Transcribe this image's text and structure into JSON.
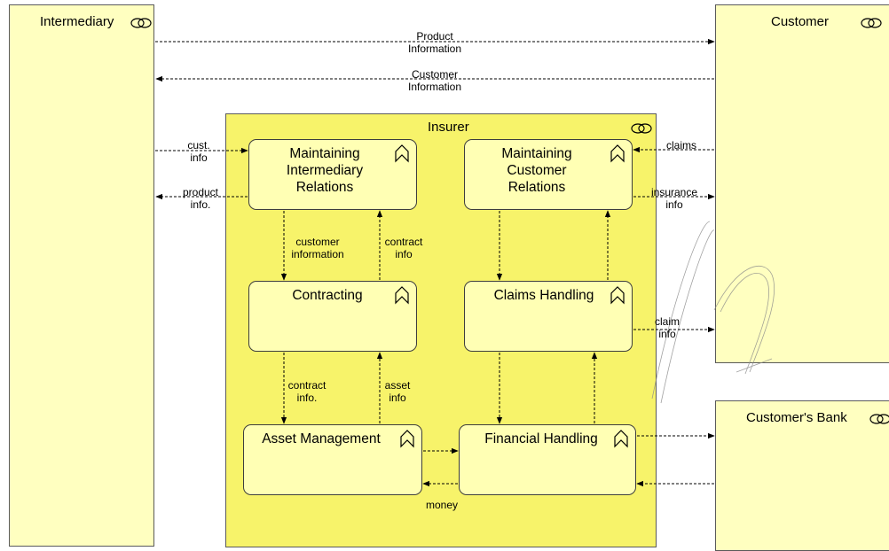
{
  "actors": {
    "intermediary": "Intermediary",
    "customer": "Customer",
    "insurer": "Insurer",
    "customers_bank": "Customer's Bank"
  },
  "functions": {
    "maintaining_intermediary": "Maintaining\nIntermediary\nRelations",
    "maintaining_customer": "Maintaining\nCustomer\nRelations",
    "contracting": "Contracting",
    "claims_handling": "Claims Handling",
    "asset_management": "Asset Management",
    "financial_handling": "Financial Handling"
  },
  "flows": {
    "product_information": "Product\nInformation",
    "customer_information_top": "Customer\nInformation",
    "cust_info": "cust.\ninfo",
    "product_info": "product\ninfo.",
    "claims": "claims",
    "insurance_info": "insurance\ninfo",
    "customer_information": "customer\ninformation",
    "contract_info": "contract\ninfo",
    "claim_info": "claim\ninfo",
    "contract_info_dot": "contract\ninfo.",
    "asset_info": "asset\ninfo",
    "money": "money"
  },
  "colors": {
    "actor_fill": "#ffffc0",
    "insurer_fill": "#f7f36a",
    "function_fill": "#ffffb4",
    "line": "#000000"
  },
  "icons": {
    "actor": "collaboration-icon",
    "function": "function-chevron-icon"
  }
}
